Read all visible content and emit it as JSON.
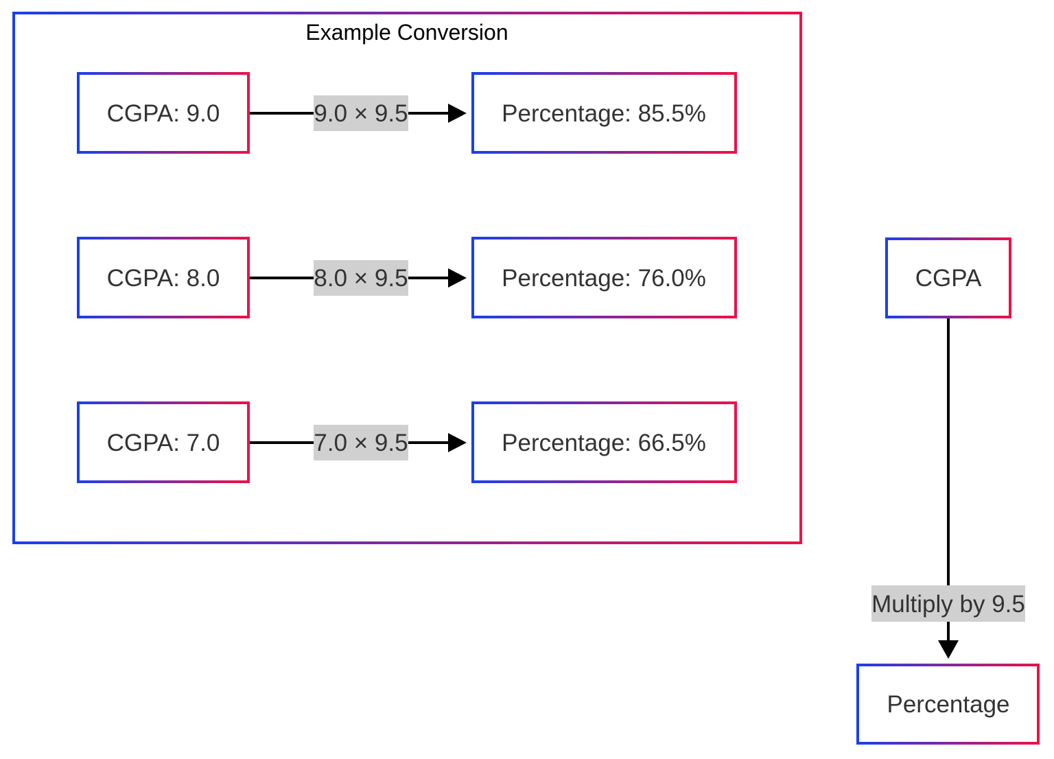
{
  "colors": {
    "border_start": "#1a3ff0",
    "border_end": "#ee1148",
    "edge": "#000000",
    "label_bg": "#d0d0d0",
    "text": "#333333"
  },
  "cluster": {
    "title": "Example Conversion"
  },
  "examples": [
    {
      "cgpa_label": "CGPA: 9.0",
      "edge_label": "9.0 × 9.5",
      "percent_label": "Percentage: 85.5%"
    },
    {
      "cgpa_label": "CGPA: 8.0",
      "edge_label": "8.0 × 9.5",
      "percent_label": "Percentage: 76.0%"
    },
    {
      "cgpa_label": "CGPA: 7.0",
      "edge_label": "7.0 × 9.5",
      "percent_label": "Percentage: 66.5%"
    }
  ],
  "general": {
    "cgpa_label": "CGPA",
    "edge_label": "Multiply by 9.5",
    "percent_label": "Percentage"
  }
}
